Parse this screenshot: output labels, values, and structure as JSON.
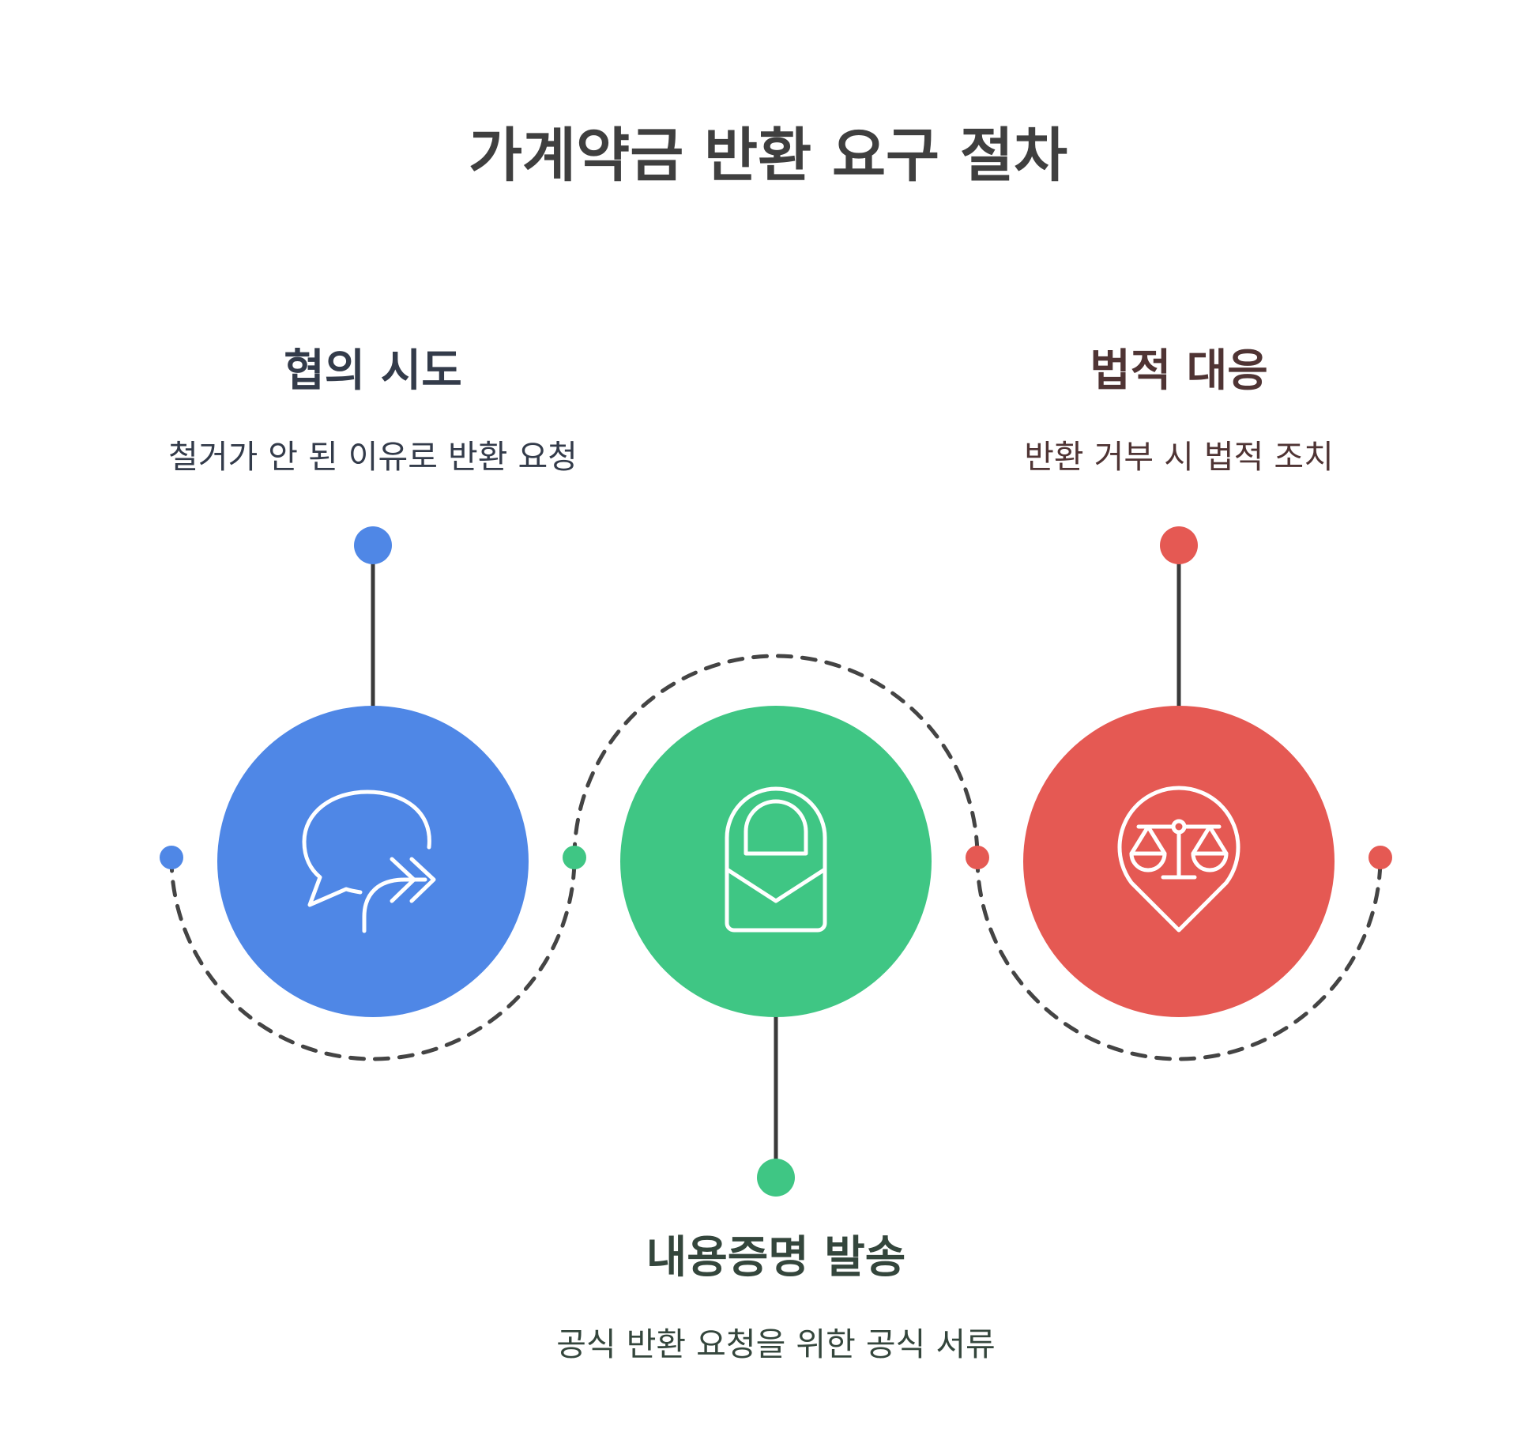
{
  "title": "가계약금 반환 요구 절차",
  "steps": [
    {
      "title": "협의 시도",
      "description": "철거가 안 된 이유로 반환 요청",
      "icon": "negotiation-chat-icon",
      "color": "#4f87e6",
      "text_color": "#333b4a"
    },
    {
      "title": "내용증명 발송",
      "description": "공식 반환 요청을 위한 공식 서류",
      "icon": "certified-mail-envelope-icon",
      "color": "#3fc684",
      "text_color": "#34463c"
    },
    {
      "title": "법적 대응",
      "description": "반환 거부 시 법적 조치",
      "icon": "legal-scale-icon",
      "color": "#e55953",
      "text_color": "#4f3434"
    }
  ]
}
